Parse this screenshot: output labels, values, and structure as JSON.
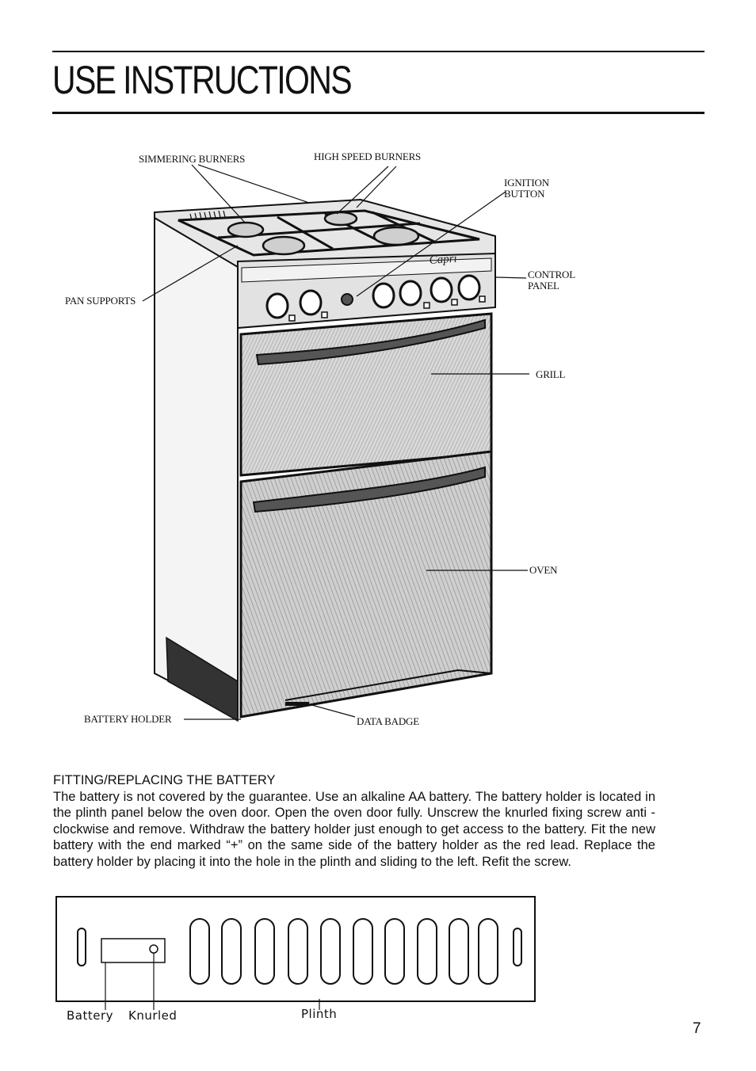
{
  "header": {
    "title": "USE INSTRUCTIONS"
  },
  "diagram": {
    "brand": "Capri",
    "callouts": {
      "simmering_burners": "SIMMERING BURNERS",
      "high_speed_burners": "HIGH SPEED BURNERS",
      "ignition_button_line1": "IGNITION",
      "ignition_button_line2": "BUTTON",
      "control_panel_line1": "CONTROL",
      "control_panel_line2": "PANEL",
      "pan_supports": "PAN SUPPORTS",
      "grill": "GRILL",
      "oven": "OVEN",
      "battery_holder": "BATTERY HOLDER",
      "data_badge": "DATA BADGE"
    }
  },
  "battery_section": {
    "heading": "FITTING/REPLACING THE BATTERY",
    "body": "The battery is not covered by the guarantee. Use an alkaline AA battery.  The battery holder is located in the plinth panel below the oven door. Open the oven door fully. Unscrew the knurled fixing screw anti - clockwise and remove. Withdraw the battery holder just enough to get access to the battery. Fit the new battery with the end marked “+” on the same side of the battery holder as the red lead.  Replace the battery holder by placing it into the hole in the plinth and sliding to the left. Refit the screw."
  },
  "plinth_diagram": {
    "labels": {
      "battery": "Battery",
      "knurled": "Knurled",
      "plinth": "Plinth"
    }
  },
  "footer": {
    "page_number": "7"
  }
}
